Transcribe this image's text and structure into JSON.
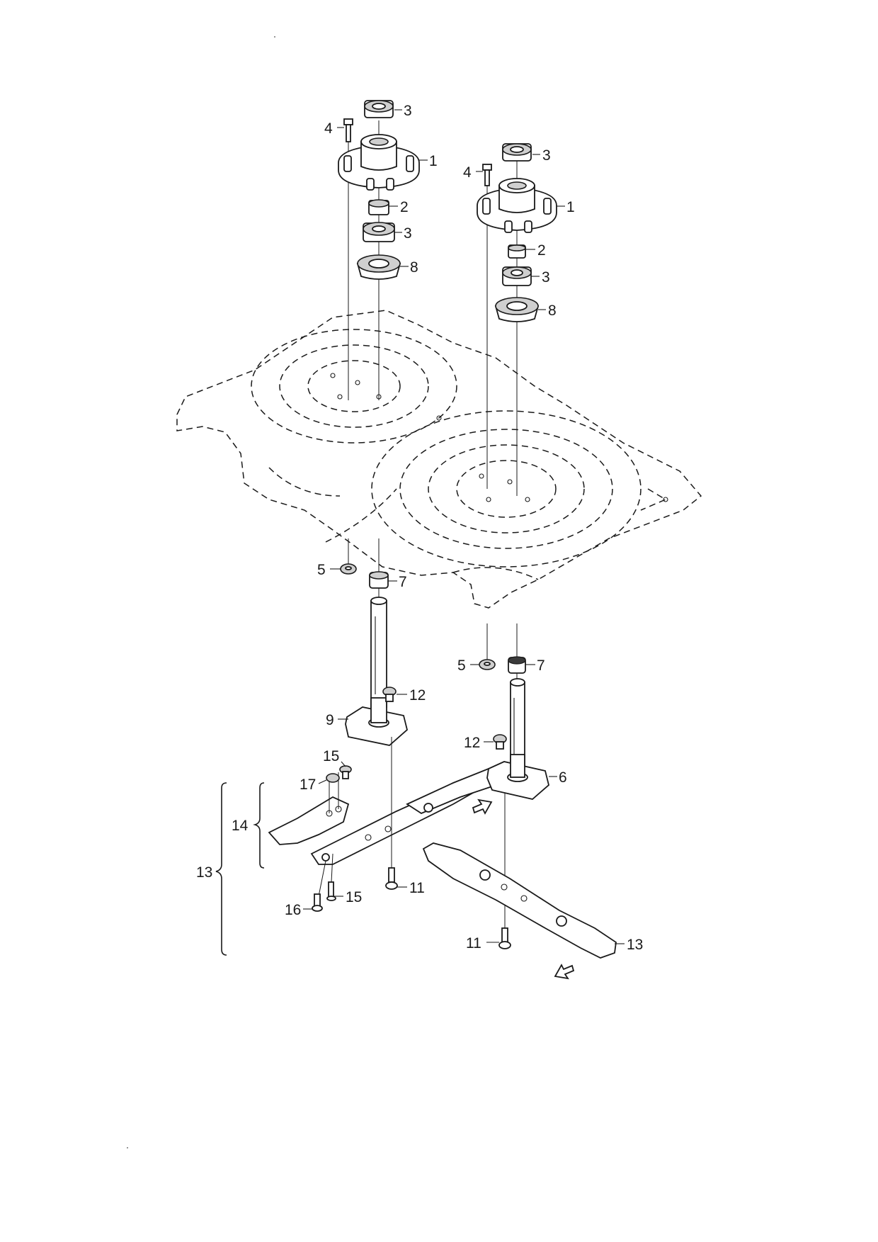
{
  "labels": {
    "left": {
      "p3_top": "3",
      "p4": "4",
      "p1": "1",
      "p2": "2",
      "p3_mid": "3",
      "p8": "8",
      "p5": "5",
      "p7": "7",
      "p12": "12",
      "p9": "9",
      "p15_top": "15",
      "p17": "17",
      "p14": "14",
      "p13": "13",
      "p16": "16",
      "p15_bot": "15",
      "p11": "11"
    },
    "right": {
      "p3_top": "3",
      "p4": "4",
      "p1": "1",
      "p2": "2",
      "p3_mid": "3",
      "p8": "8",
      "p5": "5",
      "p7": "7",
      "p12": "12",
      "p6": "6",
      "p11": "11",
      "p13": "13"
    }
  },
  "icons": [
    "rotation-arrow-icon",
    "rotation-arrow-icon"
  ]
}
